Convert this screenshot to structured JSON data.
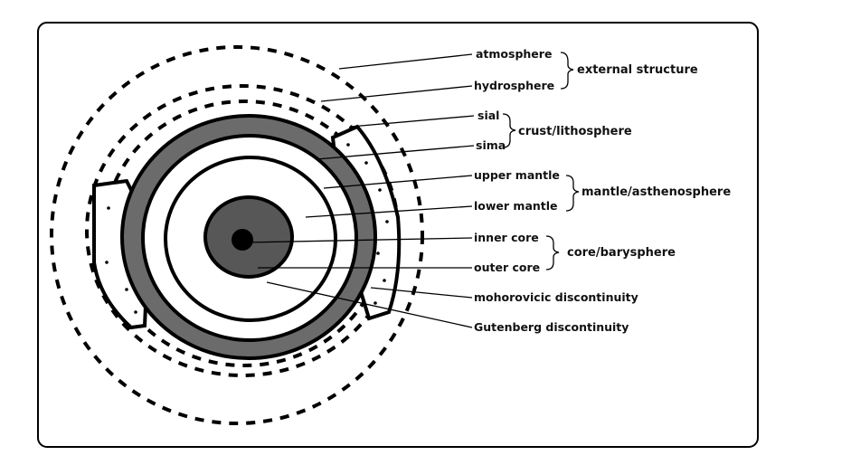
{
  "title": "Structure of the Earth",
  "labels": {
    "atmosphere": "atmosphere",
    "hydrosphere": "hydrosphere",
    "sial": "sial",
    "sima": "sima",
    "upper_mantle": "upper mantle",
    "lower_mantle": "lower mantle",
    "inner_core": "inner core",
    "outer_core": "outer core",
    "moho": "mohorovicic discontinuity",
    "gutenberg": "Gutenberg discontinuity"
  },
  "groups": {
    "external": "external structure",
    "crust": "crust/lithosphere",
    "mantle": "mantle/asthenosphere",
    "core": "core/barysphere"
  },
  "colors": {
    "sima_ring": "#6b6b6b",
    "core": "#575757",
    "ink": "#000000"
  }
}
